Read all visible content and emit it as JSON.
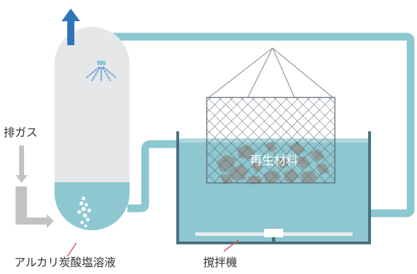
{
  "labels": {
    "exhaust_gas": "排ガス",
    "alkali_solution": "アルカリ炭酸塩溶液",
    "stirrer": "撹拌機",
    "recycled_material": "再生材料"
  },
  "colors": {
    "pipe": "#8cc8cf",
    "liquid": "#8ec7d0",
    "liquid_light": "#aed6dc",
    "tower_body": "#e6e7e9",
    "tank_wall": "#4a7080",
    "mesh": "#56616a",
    "rock": "#8f9d9b",
    "outflow_arrow": "#2e75b8",
    "inflow_arrow": "#c0c2c4",
    "leader_line": "#e25b5b",
    "stirrer_bar": "#e7eef0"
  }
}
